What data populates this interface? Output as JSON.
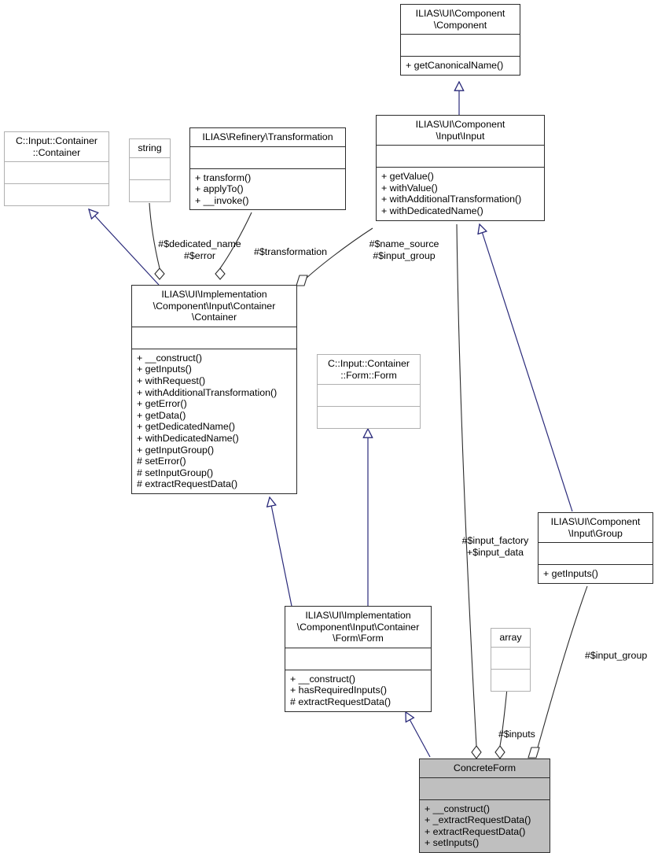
{
  "diagram": {
    "kind": "uml-class-diagram",
    "colors": {
      "box_border": "#2b2b2b",
      "light_border": "#b0b0b0",
      "fill_default": "#ffffff",
      "fill_highlight": "#bfbfbf",
      "inheritance_edge": "#2a2a7a",
      "association_edge": "#2b2b2b",
      "background": "#ffffff"
    }
  },
  "classes": {
    "component": {
      "name": "ILIAS\\UI\\Component\n\\Component",
      "attributes": "",
      "operations": [
        "+ getCanonicalName()"
      ]
    },
    "c_input_container": {
      "name": "C::Input::Container\n::Container",
      "attributes": "",
      "operations": []
    },
    "string": {
      "name": "string",
      "attributes": "",
      "operations": []
    },
    "transformation": {
      "name": "ILIAS\\Refinery\\Transformation",
      "attributes": "",
      "operations": [
        "+ transform()",
        "+ applyTo()",
        "+ __invoke()"
      ]
    },
    "input": {
      "name": "ILIAS\\UI\\Component\n\\Input\\Input",
      "attributes": "",
      "operations": [
        "+ getValue()",
        "+ withValue()",
        "+ withAdditionalTransformation()",
        "+ withDedicatedName()"
      ]
    },
    "impl_container": {
      "name": "ILIAS\\UI\\Implementation\n\\Component\\Input\\Container\n\\Container",
      "attributes": "",
      "operations": [
        "+ __construct()",
        "+ getInputs()",
        "+ withRequest()",
        "+ withAdditionalTransformation()",
        "+ getError()",
        "+ getData()",
        "+ getDedicatedName()",
        "+ withDedicatedName()",
        "+ getInputGroup()",
        "# setError()",
        "# setInputGroup()",
        "# extractRequestData()"
      ]
    },
    "c_input_container_form": {
      "name": "C::Input::Container\n::Form::Form",
      "attributes": "",
      "operations": []
    },
    "group": {
      "name": "ILIAS\\UI\\Component\n\\Input\\Group",
      "attributes": "",
      "operations": [
        "+ getInputs()"
      ]
    },
    "impl_form": {
      "name": "ILIAS\\UI\\Implementation\n\\Component\\Input\\Container\n\\Form\\Form",
      "attributes": "",
      "operations": [
        "+ __construct()",
        "+ hasRequiredInputs()",
        "# extractRequestData()"
      ]
    },
    "array": {
      "name": "array",
      "attributes": "",
      "operations": []
    },
    "concrete_form": {
      "name": "ConcreteForm",
      "attributes": "",
      "operations": [
        "+ __construct()",
        "+ _extractRequestData()",
        "+ extractRequestData()",
        "+ setInputs()"
      ]
    }
  },
  "edge_labels": {
    "dedicated_name_error": "#$dedicated_name\n#$error",
    "transformation": "#$transformation",
    "name_source_input_group": "#$name_source\n#$input_group",
    "input_factory_data": "#$input_factory\n+$input_data",
    "input_group": "#$input_group",
    "inputs": "#$inputs"
  }
}
